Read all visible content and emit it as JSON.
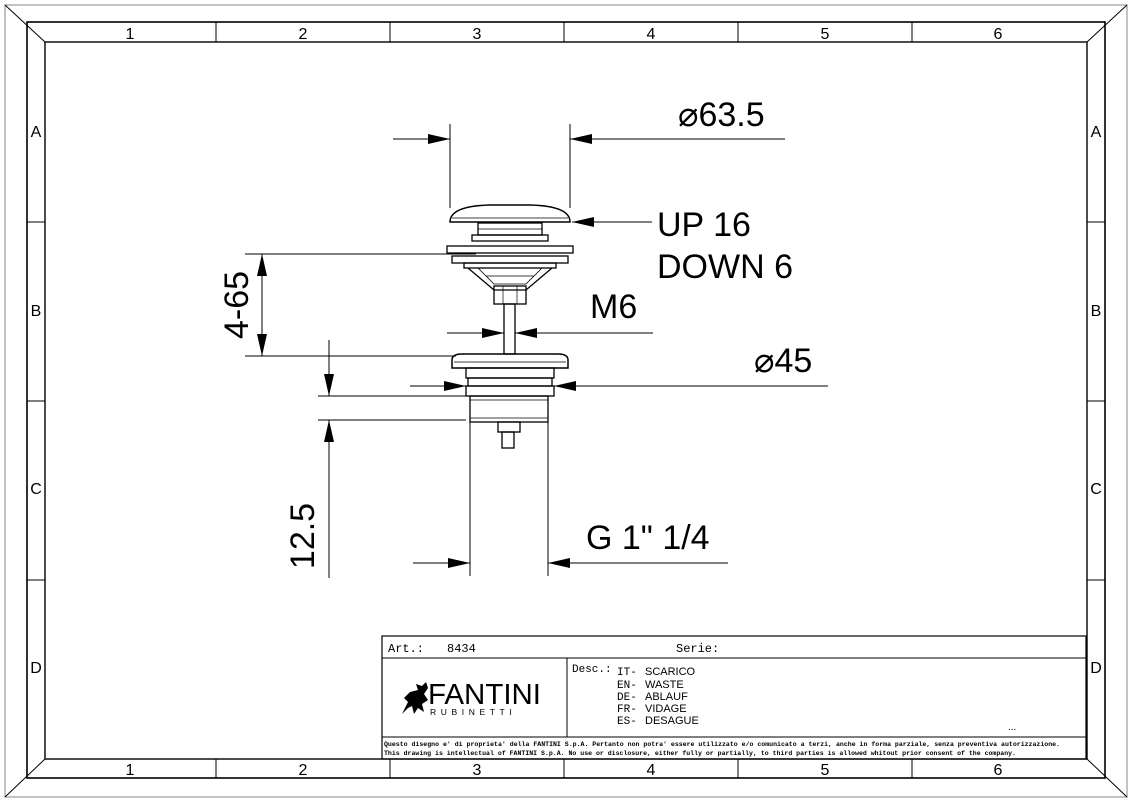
{
  "frame": {
    "columns": [
      "1",
      "2",
      "3",
      "4",
      "5",
      "6"
    ],
    "rows": [
      "A",
      "B",
      "C",
      "D"
    ]
  },
  "dimensions": {
    "cap_diameter": "⌀63.5",
    "stroke_up": "UP 16",
    "stroke_down": "DOWN 6",
    "thread_rod": "M6",
    "body_diameter": "⌀45",
    "thread_main": "G 1\" 1/4",
    "height_range": "4-65",
    "length": "12.5"
  },
  "title_block": {
    "art_label": "Art.:",
    "art_value": "8434",
    "serie_label": "Serie:",
    "serie_value": "",
    "brand_name": "FANTINI",
    "brand_sub": "RUBINETTI",
    "desc_label": "Desc.:",
    "descriptions": [
      {
        "lang": "IT-",
        "text": "SCARICO"
      },
      {
        "lang": "EN-",
        "text": "WASTE"
      },
      {
        "lang": "DE-",
        "text": "ABLAUF"
      },
      {
        "lang": "FR-",
        "text": "VIDAGE"
      },
      {
        "lang": "ES-",
        "text": "DESAGUE"
      }
    ],
    "ellipsis": "...",
    "notice_it": "Questo disegno e' di proprieta' della FANTINI S.p.A. Pertanto non potra' essere utilizzato e/o comunicato a terzi, anche in forma parziale, senza preventiva autorizzazione.",
    "notice_en": "This drawing is intellectual of FANTINI S.p.A. No use or disclosure, either fully or partially, to third parties is allowed whitout prior consent of the company."
  }
}
